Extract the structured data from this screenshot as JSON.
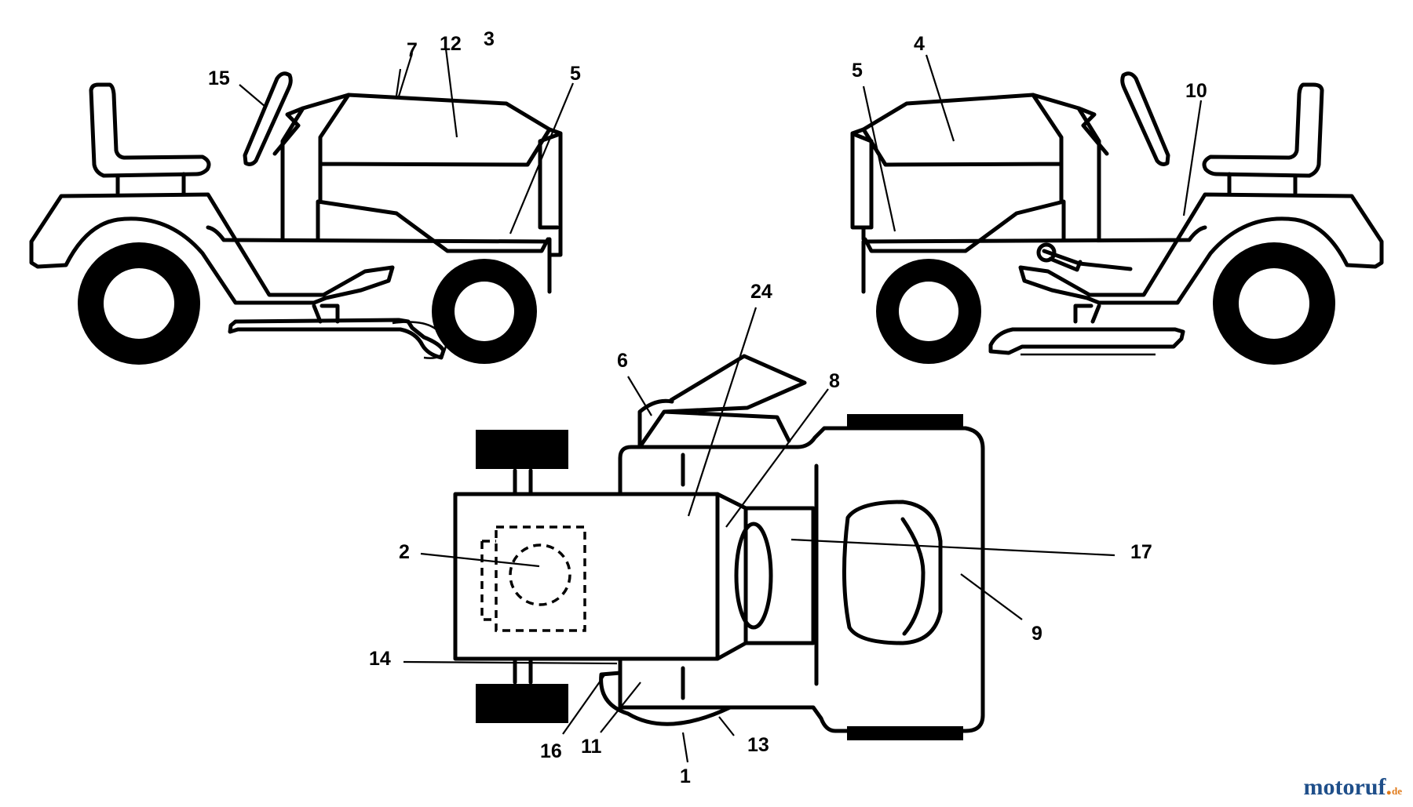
{
  "diagram": {
    "callouts": {
      "c1": "1",
      "c2": "2",
      "c3": "3",
      "c4": "4",
      "c5a": "5",
      "c5b": "5",
      "c6": "6",
      "c7": "7",
      "c8": "8",
      "c9": "9",
      "c10": "10",
      "c11": "11",
      "c12": "12",
      "c13": "13",
      "c14": "14",
      "c15": "15",
      "c16": "16",
      "c17": "17",
      "c24": "24"
    }
  },
  "watermark": {
    "brand": "motoruf",
    "tld": "de"
  }
}
